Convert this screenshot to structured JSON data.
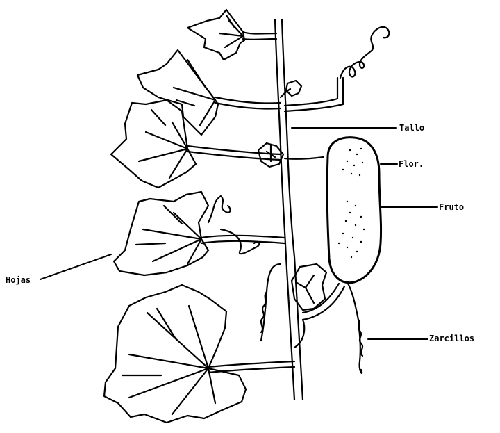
{
  "labels": {
    "tallo": "Tallo",
    "flor": "Flor.",
    "fruto": "Fruto",
    "hojas": "Hojas",
    "zarcillos": "Zarcillos"
  },
  "colors": {
    "ink": "#000000",
    "paper": "#ffffff"
  }
}
